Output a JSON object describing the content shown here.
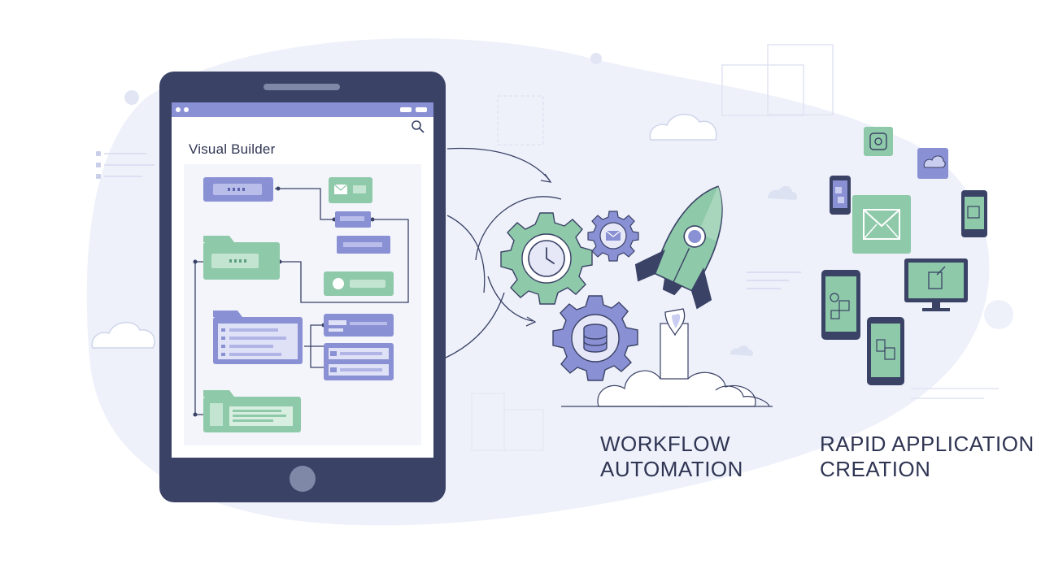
{
  "builder": {
    "title": "Visual Builder"
  },
  "captions": {
    "workflow_line1": "WORKFLOW",
    "workflow_line2": "AUTOMATION",
    "rapid_line1": "RAPID APPLICATION",
    "rapid_line2": "CREATION"
  },
  "icons": {
    "tablet_search": "search-icon",
    "gear_clock": "clock-icon",
    "gear_mail": "mail-icon",
    "gear_database": "database-icon",
    "rocket": "rocket-icon",
    "big_mail": "mail-icon",
    "monitor": "monitor-icon"
  },
  "colors": {
    "navy": "#3a4266",
    "lavender": "#8a90d4",
    "green": "#8ec9a9",
    "blob": "#eef1fa",
    "text": "#2f3553"
  }
}
